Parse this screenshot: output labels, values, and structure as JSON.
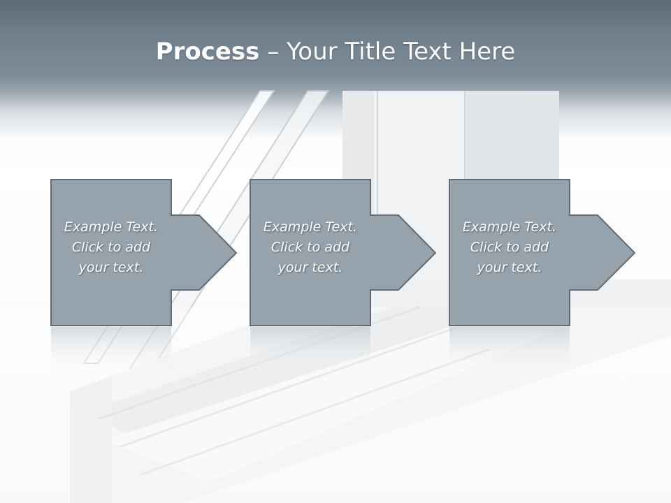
{
  "slide": {
    "title_bold": "Process",
    "title_separator": " – ",
    "title_rest": "Your Title Text Here"
  },
  "steps": [
    {
      "line1": "Example Text.",
      "line2": "Click  to add",
      "line3": "your text."
    },
    {
      "line1": "Example Text.",
      "line2": "Click  to add",
      "line3": "your text."
    },
    {
      "line1": "Example Text.",
      "line2": "Click  to add",
      "line3": "your text."
    }
  ],
  "colors": {
    "header": "#6f7f8c",
    "box_fill": "#96a3ad",
    "box_border": "#5f6b75",
    "text": "#ffffff"
  }
}
